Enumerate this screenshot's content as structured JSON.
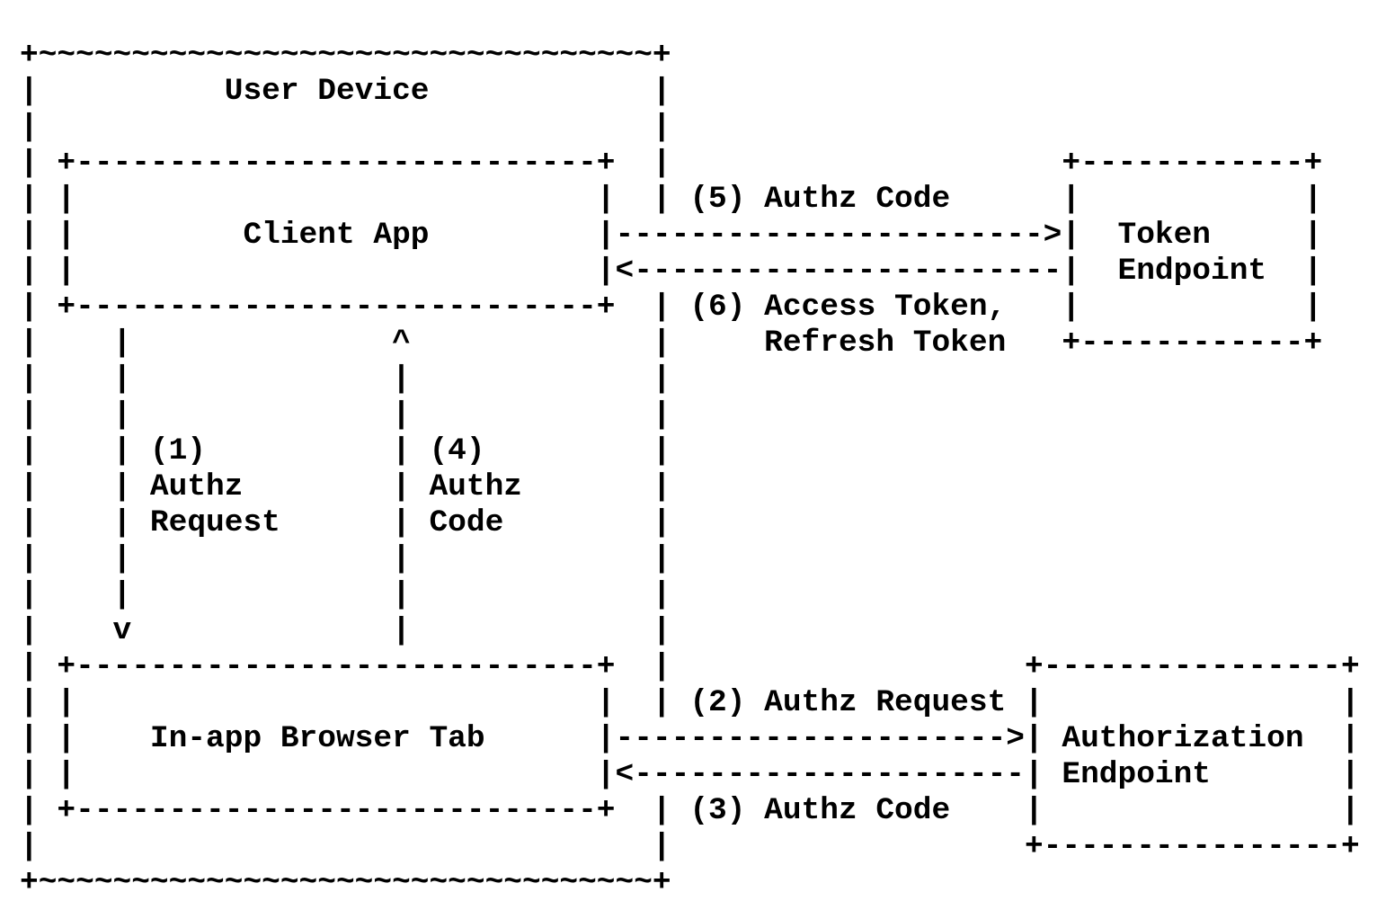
{
  "diagram": {
    "background_color": "#ffffff",
    "ink_color": "#000000",
    "nodes": [
      "User Device",
      "Client App",
      "In-app Browser Tab",
      "Token Endpoint",
      "Authorization Endpoint"
    ],
    "flows": [
      {
        "step": "(1)",
        "label": "Authz Request",
        "from": "Client App",
        "to": "In-app Browser Tab"
      },
      {
        "step": "(2)",
        "label": "Authz Request",
        "from": "In-app Browser Tab",
        "to": "Authorization Endpoint"
      },
      {
        "step": "(3)",
        "label": "Authz Code",
        "from": "Authorization Endpoint",
        "to": "In-app Browser Tab"
      },
      {
        "step": "(4)",
        "label": "Authz Code",
        "from": "In-app Browser Tab",
        "to": "Client App"
      },
      {
        "step": "(5)",
        "label": "Authz Code",
        "from": "Client App",
        "to": "Token Endpoint"
      },
      {
        "step": "(6)",
        "label": "Access Token, Refresh Token",
        "from": "Token Endpoint",
        "to": "Client App"
      }
    ],
    "lines": [
      "+~~~~~~~~~~~~~~~~~~~~~~~~~~~~~~~~~+",
      "|          User Device            |",
      "|                                 |",
      "| +----------------------------+  |                     +------------+",
      "| |                            |  | (5) Authz Code      |            |",
      "| |         Client App         |----------------------->|  Token     |",
      "| |                            |<-----------------------|  Endpoint  |",
      "| +----------------------------+  | (6) Access Token,   |            |",
      "|    |              ^             |     Refresh Token   +------------+",
      "|    |              |             |",
      "|    |              |             |",
      "|    | (1)          | (4)         |",
      "|    | Authz        | Authz       |",
      "|    | Request      | Code        |",
      "|    |              |             |",
      "|    |              |             |",
      "|    v              |             |",
      "| +----------------------------+  |                   +----------------+",
      "| |                            |  | (2) Authz Request |                |",
      "| |    In-app Browser Tab      |--------------------->| Authorization  |",
      "| |                            |<---------------------| Endpoint       |",
      "| +----------------------------+  | (3) Authz Code    |                |",
      "|                                 |                   +----------------+",
      "+~~~~~~~~~~~~~~~~~~~~~~~~~~~~~~~~~+"
    ]
  }
}
